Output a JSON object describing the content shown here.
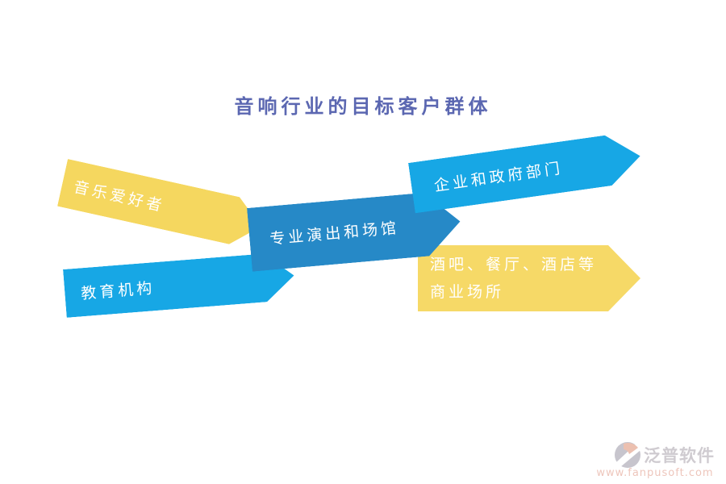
{
  "page": {
    "background": "#FFFFFF"
  },
  "title": {
    "text": "音响行业的目标客户群体",
    "color": "#5B67B1"
  },
  "banners": [
    {
      "name": "music-lovers",
      "label": "音乐爱好者",
      "color": "#F5D75F",
      "text_color": "#FFFFFF",
      "shape": "right-arrow-ribbon"
    },
    {
      "name": "enterprise-and-government",
      "label": "企业和政府部门",
      "color": "#17A7E5",
      "text_color": "#FFFFFF",
      "shape": "right-arrow-ribbon"
    },
    {
      "name": "professional-performance-and-venues",
      "label": "专业演出和场馆",
      "color": "#2689C7",
      "text_color": "#FFFFFF",
      "shape": "right-arrow-ribbon"
    },
    {
      "name": "education-institutions",
      "label": "教育机构",
      "color": "#17A7E5",
      "text_color": "#FFFFFF",
      "shape": "right-arrow-ribbon"
    },
    {
      "name": "commercial-places",
      "label": "酒吧、餐厅、酒店等商业场所",
      "line1": "酒吧、餐厅、酒店等",
      "line2": "商业场所",
      "color": "#F6D967",
      "text_color": "#FFFFFF",
      "shape": "right-arrow-ribbon"
    }
  ],
  "watermark": {
    "brand": "泛普软件",
    "url": "www.fanpusoft.com",
    "brand_color": "#A9A1AB",
    "url_color": "#E09784",
    "icon_gray": "#9A97A6",
    "icon_salmon": "#DD8E70"
  }
}
